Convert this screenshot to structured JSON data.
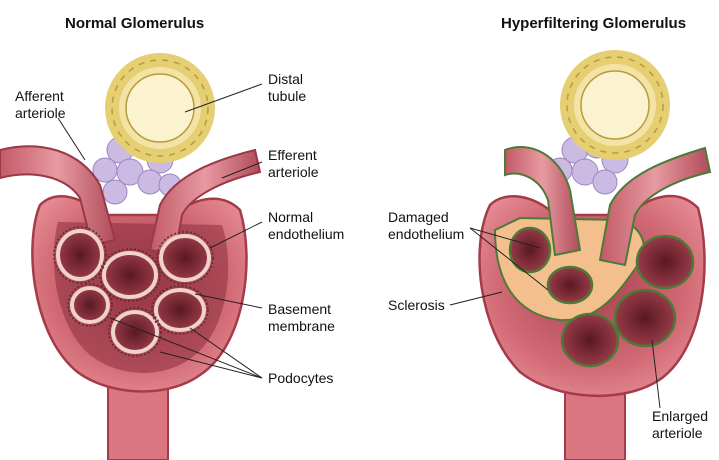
{
  "panels": {
    "left": {
      "title": "Normal Glomerulus"
    },
    "right": {
      "title": "Hyperfiltering Glomerulus"
    }
  },
  "labels": {
    "afferent_arteriole": [
      "Afferent",
      "arteriole"
    ],
    "distal_tubule": [
      "Distal",
      "tubule"
    ],
    "efferent_arteriole": [
      "Efferent",
      "arteriole"
    ],
    "normal_endothelium": [
      "Normal",
      "endothelium"
    ],
    "basement_membrane": [
      "Basement",
      "membrane"
    ],
    "podocytes": [
      "Podocytes"
    ],
    "damaged_endothelium": [
      "Damaged",
      "endothelium"
    ],
    "sclerosis": [
      "Sclerosis"
    ],
    "enlarged_arteriole": [
      "Enlarged",
      "arteriole"
    ]
  },
  "colors": {
    "capsule": "#d9757e",
    "capsule_dark": "#a83848",
    "interior": "#8c2f3c",
    "tubule_wall": "#e9d67c",
    "tubule_outline": "#b89b3a",
    "mesangial": "#c6b5de",
    "sclerosis": "#f3bf8c",
    "damage_outline": "#4e7a38"
  }
}
